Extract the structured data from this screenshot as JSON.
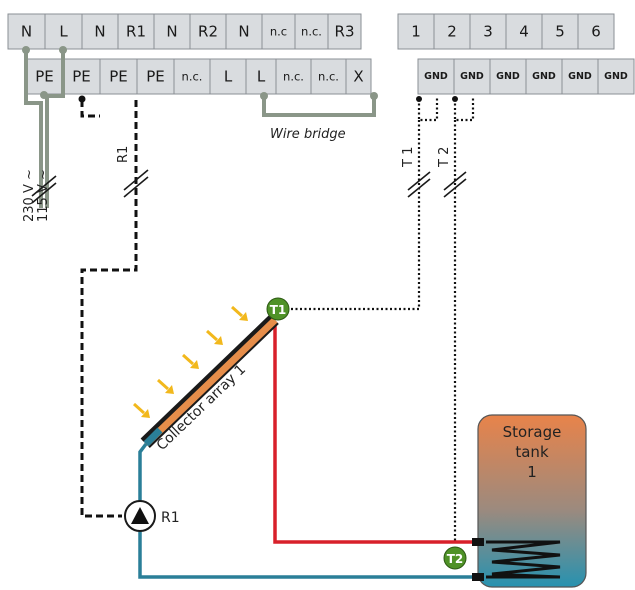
{
  "power_terminals_top": [
    "N",
    "L",
    "N",
    "R1",
    "N",
    "R2",
    "N",
    "n.c",
    "n.c.",
    "R3"
  ],
  "power_terminals_bottom": [
    "PE",
    "PE",
    "PE",
    "PE",
    "n.c.",
    "L",
    "L",
    "n.c.",
    "n.c.",
    "X"
  ],
  "sensor_terminals_top": [
    "1",
    "2",
    "3",
    "4",
    "5",
    "6"
  ],
  "sensor_terminals_bottom": [
    "GND",
    "GND",
    "GND",
    "GND",
    "GND",
    "GND"
  ],
  "labels": {
    "wire_bridge": "Wire bridge",
    "voltage_230": "230 V ~",
    "voltage_115": "115 V ~",
    "cable_r1": "R1",
    "cable_t1": "T 1",
    "cable_t2": "T 2",
    "collector": "Collector array 1",
    "sensor_t1": "T1",
    "sensor_t2": "T2",
    "pump": "R1",
    "tank_line1": "Storage",
    "tank_line2": "tank",
    "tank_line3": "1"
  },
  "colors": {
    "flow_pipe": "#d8202a",
    "return_pipe": "#2a7f98",
    "sensor_green": "#4f9227",
    "arrow_yellow": "#f2b81c",
    "terminal_fill": "#d9dcdf",
    "wire_bridge": "#8a9688"
  }
}
